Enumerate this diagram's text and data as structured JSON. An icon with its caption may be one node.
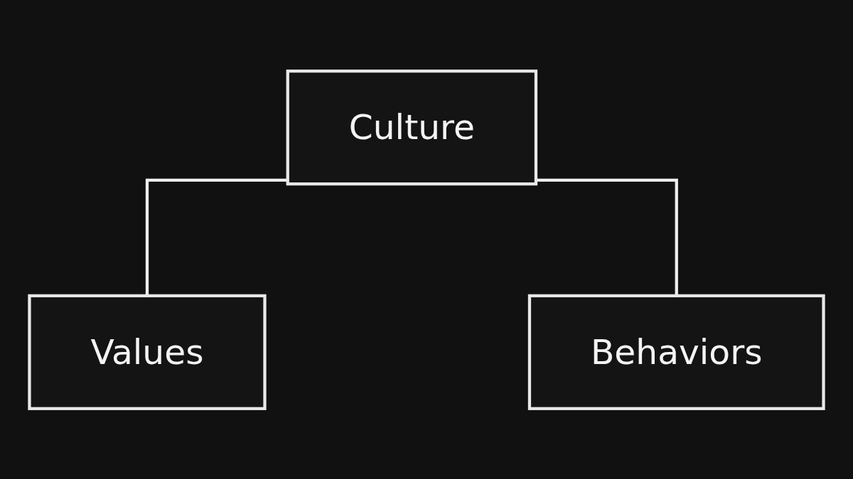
{
  "diagram": {
    "nodes": [
      {
        "text": [
          "Culture"
        ]
      },
      {
        "text": [
          "Values"
        ]
      },
      {
        "text": [
          "Behaviors"
        ]
      }
    ],
    "edges": [
      {
        "from": 0,
        "to": 1,
        "arrow": "none"
      },
      {
        "from": 0,
        "to": 2,
        "arrow": "none"
      }
    ]
  }
}
